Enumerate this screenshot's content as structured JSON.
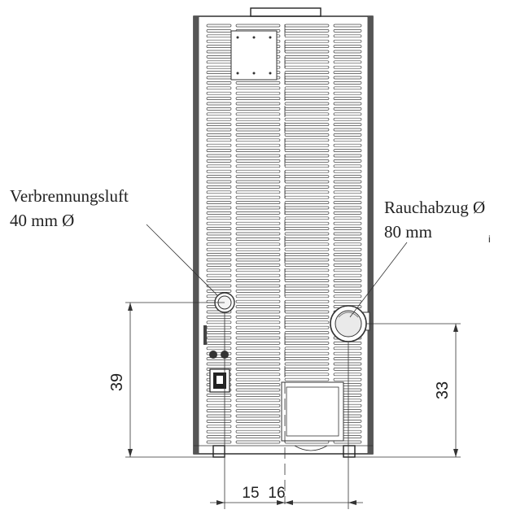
{
  "labels": {
    "air_inlet_line1": "Verbrennungsluft",
    "air_inlet_line2": "40 mm Ø",
    "flue_line1": "Rauchabzug Ø",
    "flue_line2": "80 mm",
    "stray_mark": "i"
  },
  "dimensions": {
    "air_inlet_height": "39",
    "flue_height": "33",
    "air_inlet_offset": "15",
    "flue_offset": "16"
  }
}
